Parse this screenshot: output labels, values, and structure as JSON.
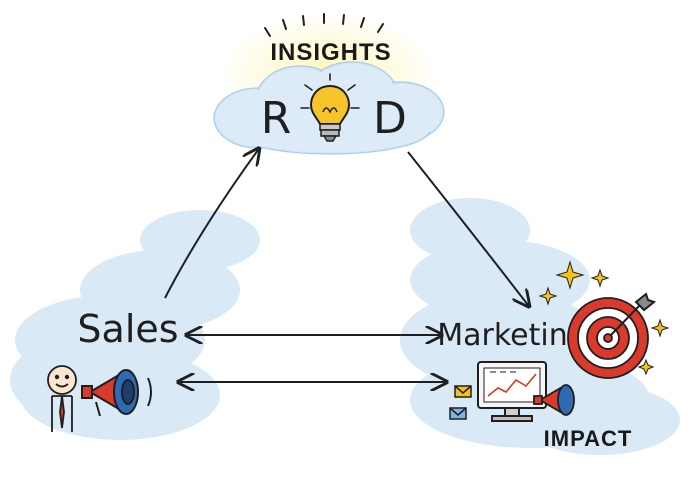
{
  "diagram": {
    "top_caption": "INSIGHTS",
    "rd_left": "R",
    "rd_right": "D",
    "sales_label": "Sales",
    "marketing_label": "Marketing",
    "impact_caption": "IMPACT"
  },
  "colors": {
    "cloud": "#cfe3f3",
    "cloud_edge": "#9dc4e4",
    "glow": "#fbf2a6",
    "bulb": "#f6c52b",
    "target_red": "#d93a2b",
    "sparkle": "#f3c318",
    "ink": "#1f1f1f"
  },
  "icons": [
    "lightbulb-icon",
    "megaphone-icon",
    "target-icon",
    "arrow-dart-icon",
    "monitor-chart-icon",
    "email-icon",
    "person-icon",
    "sparkle-icon"
  ]
}
